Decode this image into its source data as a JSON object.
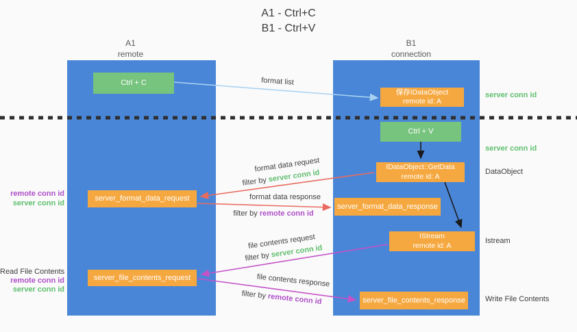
{
  "title": {
    "line1": "A1 - Ctrl+C",
    "line2": "B1 - Ctrl+V"
  },
  "columns": {
    "left": {
      "name": "A1",
      "role": "remote"
    },
    "right": {
      "name": "B1",
      "role": "connection"
    }
  },
  "nodes": {
    "ctrl_c": {
      "label": "Ctrl + C"
    },
    "ctrl_v": {
      "label": "Ctrl + V"
    },
    "save_dataobject": {
      "line1": "保存IDataObject",
      "line2": "remote id: A"
    },
    "getdata": {
      "line1": "IDataObject::GetData",
      "line2": "remote id: A"
    },
    "istream": {
      "line1": "IStream",
      "line2": "remote id: A"
    },
    "format_request": {
      "label": "server_format_data_request"
    },
    "format_response": {
      "label": "server_format_data_response"
    },
    "file_request": {
      "label": "server_file_contents_request"
    },
    "file_response": {
      "label": "server_file_contents_response"
    }
  },
  "edge_labels": {
    "format_list": "format list",
    "format_data_request": "format data request",
    "format_data_request_filter": {
      "prefix": "filter by ",
      "keyword": "server conn id"
    },
    "format_data_response": "format data response",
    "format_data_response_filter": {
      "prefix": "filter by ",
      "keyword": "remote conn id"
    },
    "file_contents_request": "file contents request",
    "file_contents_request_filter": {
      "prefix": "filter by ",
      "keyword": "server conn id"
    },
    "file_contents_response": "file contents response",
    "file_contents_response_filter": {
      "prefix": "filter by ",
      "keyword": "remote conn id"
    }
  },
  "side_labels": {
    "server_conn_id_top": "server conn id",
    "server_conn_id_mid": "server conn id",
    "dataobject": "DataObject",
    "istream": "Istream",
    "write_file_contents": "Write File Contents",
    "read_file_contents": "Read File Contents",
    "remote_conn_id_1": "remote conn id",
    "server_conn_id_left_1": "server conn id",
    "remote_conn_id_2": "remote conn id",
    "server_conn_id_left_2": "server conn id"
  },
  "colors": {
    "column_blue": "#4A86D8",
    "box_green": "#77C47E",
    "box_orange": "#F6A840",
    "green_text": "#5FBE6E",
    "purple_text": "#AE4FC8",
    "arrow_red": "#E96B60",
    "arrow_magenta": "#C453C8",
    "arrow_light_blue": "#A9D2F2",
    "arrow_black": "#1a1a1a",
    "dotted_divider": "#2e2e2e"
  }
}
